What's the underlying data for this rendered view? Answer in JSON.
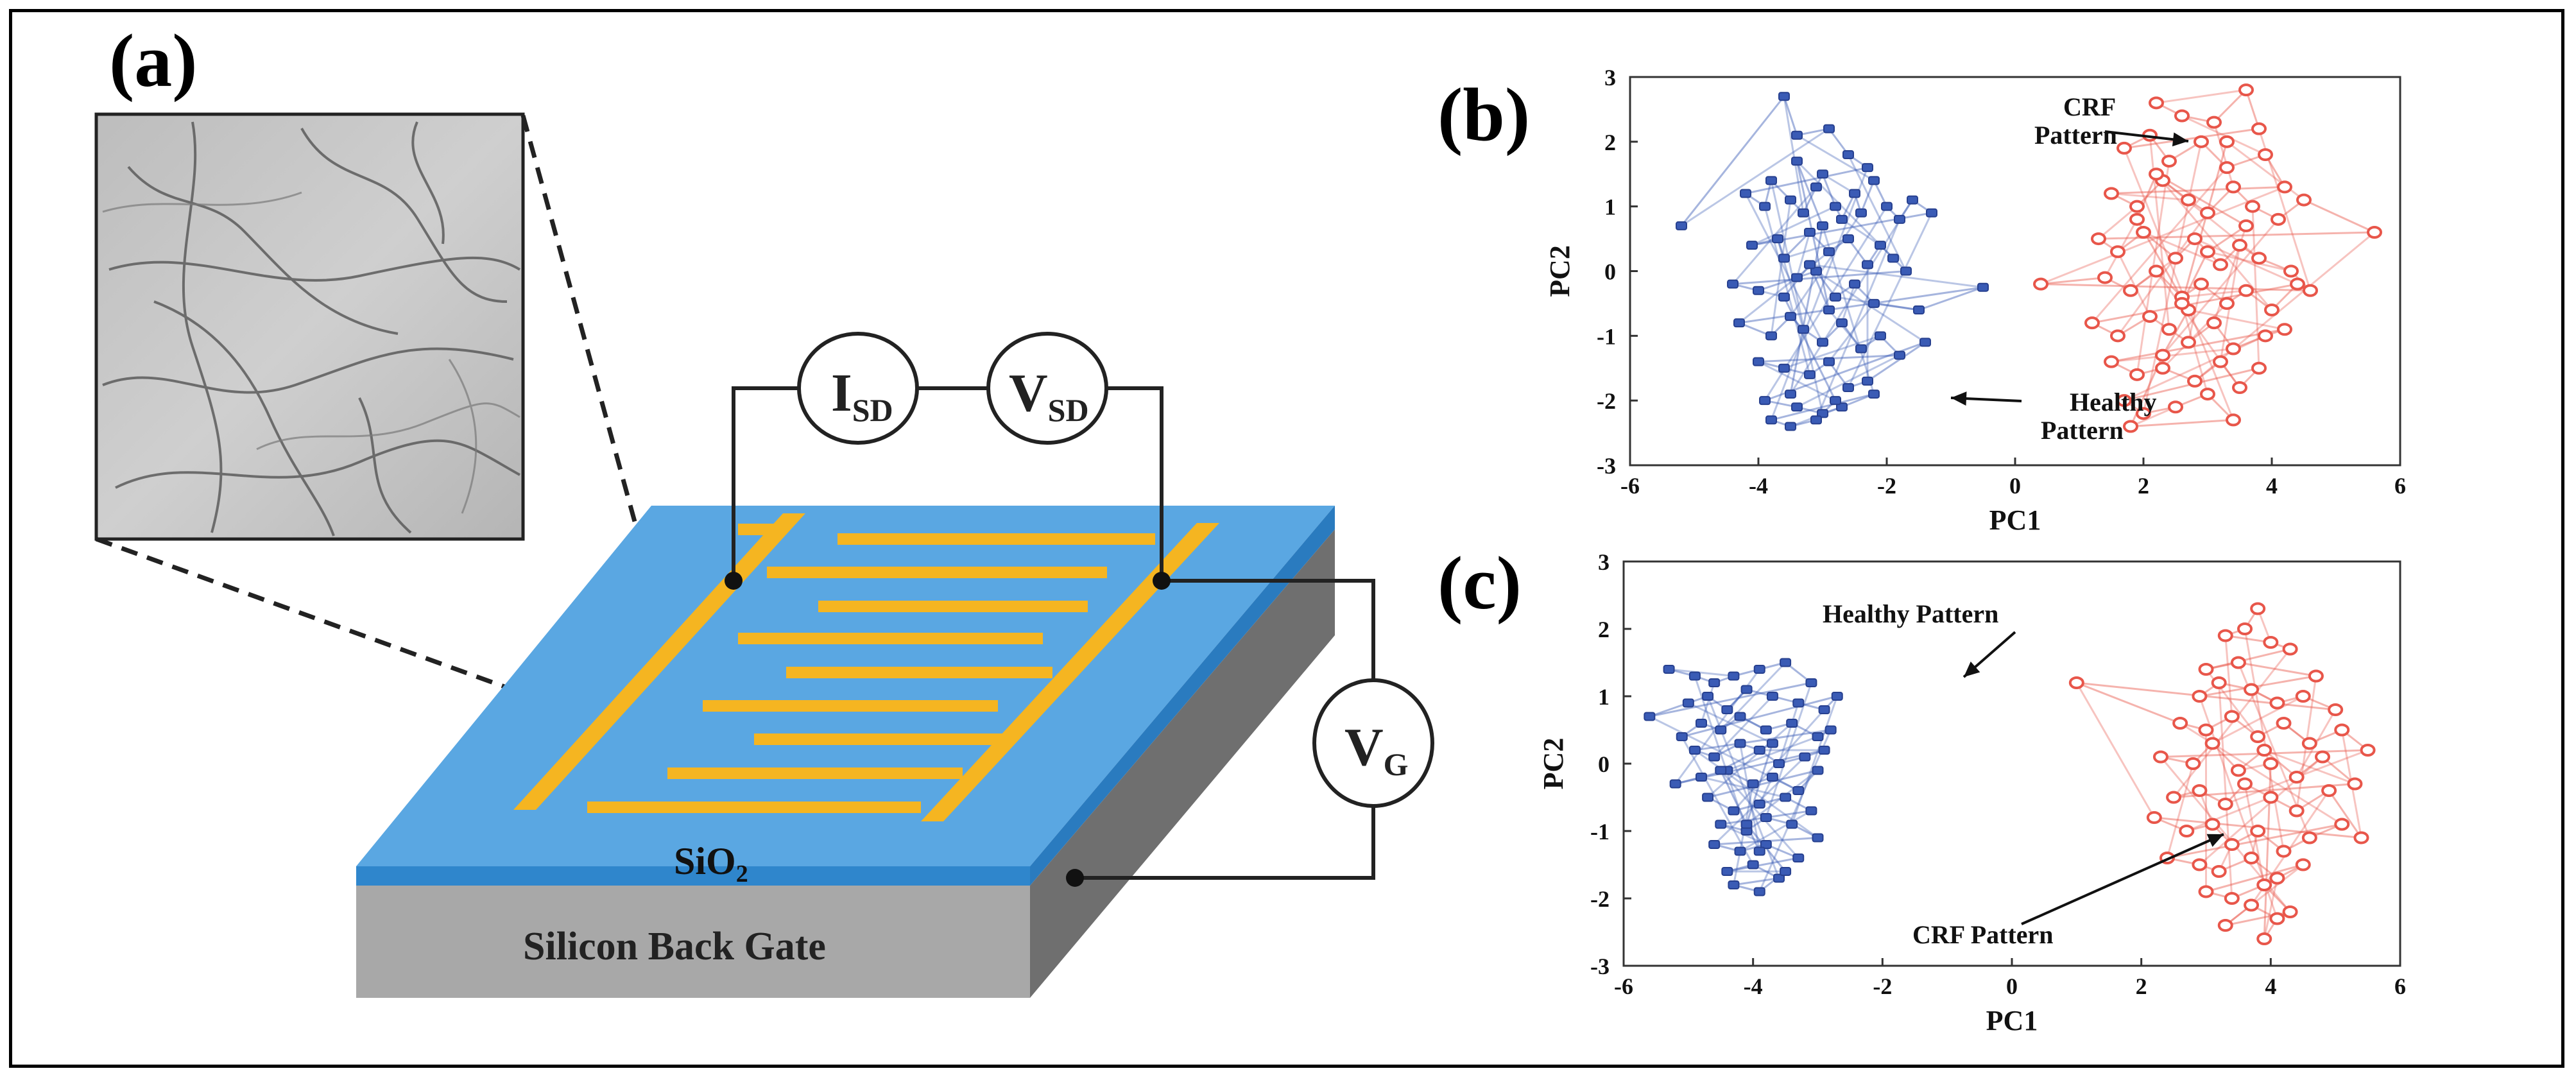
{
  "panels": {
    "a": {
      "label": "(a)",
      "isd_label": "I",
      "isd_sub": "SD",
      "vsd_label": "V",
      "vsd_sub": "SD",
      "vg_label": "V",
      "vg_sub": "G",
      "sio2_label": "SiO",
      "sio2_sub": "2",
      "gate_label": "Silicon Back Gate"
    },
    "b": {
      "label": "(b)"
    },
    "c": {
      "label": "(c)"
    }
  },
  "colors": {
    "healthy": "#3a5bb5",
    "crf": "#e8564a",
    "electrode": "#f5b521",
    "sio2": "#4a9fe0",
    "gate": "#a9a9a9"
  },
  "chart_data": [
    {
      "type": "scatter",
      "panel": "b",
      "xlabel": "PC1",
      "ylabel": "PC2",
      "xlim": [
        -6,
        6
      ],
      "ylim": [
        -3,
        3
      ],
      "xticks": [
        -6,
        -4,
        -2,
        0,
        2,
        4,
        6
      ],
      "yticks": [
        -3,
        -2,
        -1,
        0,
        1,
        2,
        3
      ],
      "connected": true,
      "annotations": [
        {
          "lines": [
            "CRF",
            "Pattern"
          ],
          "target_series": "crf"
        },
        {
          "lines": [
            "Healthy",
            "Pattern"
          ],
          "target_series": "healthy"
        }
      ],
      "series": [
        {
          "id": "healthy",
          "x": [
            -5.2,
            -3.6,
            -3.4,
            -2.9,
            -2.6,
            -2.3,
            -4.2,
            -3.9,
            -3.8,
            -3.5,
            -3.3,
            -3.1,
            -3.0,
            -2.8,
            -2.7,
            -2.5,
            -2.4,
            -2.2,
            -2.0,
            -1.8,
            -1.6,
            -1.3,
            -4.1,
            -3.7,
            -3.6,
            -3.2,
            -2.9,
            -2.6,
            -2.3,
            -2.1,
            -1.9,
            -1.7,
            -4.4,
            -4.0,
            -3.4,
            -3.1,
            -2.8,
            -2.5,
            -2.2,
            -1.5,
            -0.5,
            -4.3,
            -3.8,
            -3.5,
            -3.3,
            -3.0,
            -2.7,
            -2.4,
            -2.1,
            -1.8,
            -4.0,
            -3.6,
            -3.2,
            -2.9,
            -2.6,
            -2.3,
            -1.4,
            -3.9,
            -3.4,
            -3.0,
            -2.7,
            -2.2,
            -3.8,
            -3.5,
            -3.1,
            -2.8,
            -3.6,
            -3.2,
            -2.9,
            -3.4,
            -3.0,
            -3.5
          ],
          "y": [
            0.7,
            2.7,
            2.1,
            2.2,
            1.8,
            1.6,
            1.2,
            1.0,
            1.4,
            1.1,
            0.9,
            1.3,
            1.5,
            1.0,
            0.8,
            1.2,
            0.9,
            1.4,
            1.0,
            0.8,
            1.1,
            0.9,
            0.4,
            0.5,
            0.2,
            0.6,
            0.3,
            0.5,
            0.1,
            0.4,
            0.2,
            0.0,
            -0.2,
            -0.3,
            -0.1,
            0.0,
            -0.4,
            -0.2,
            -0.5,
            -0.6,
            -0.25,
            -0.8,
            -1.0,
            -0.7,
            -0.9,
            -1.1,
            -0.8,
            -1.2,
            -1.0,
            -1.3,
            -1.4,
            -1.5,
            -1.6,
            -1.4,
            -1.8,
            -1.7,
            -1.1,
            -2.0,
            -2.1,
            -2.2,
            -2.1,
            -1.9,
            -2.3,
            -2.4,
            -2.3,
            -2.0,
            -0.4,
            0.1,
            -0.6,
            1.7,
            0.7,
            -1.9
          ]
        },
        {
          "id": "crf",
          "x": [
            2.2,
            2.6,
            3.1,
            3.6,
            3.8,
            1.7,
            2.1,
            2.4,
            2.9,
            3.3,
            3.9,
            4.2,
            1.5,
            1.9,
            2.3,
            2.7,
            3.0,
            3.4,
            3.7,
            4.1,
            4.5,
            5.6,
            1.3,
            1.6,
            2.0,
            2.5,
            2.8,
            3.2,
            3.5,
            3.8,
            4.3,
            4.6,
            0.4,
            1.4,
            1.8,
            2.2,
            2.6,
            2.9,
            3.3,
            3.6,
            4.0,
            4.4,
            1.2,
            1.6,
            2.1,
            2.4,
            2.7,
            3.1,
            3.4,
            3.9,
            4.2,
            1.5,
            1.9,
            2.3,
            2.8,
            3.2,
            3.5,
            3.8,
            1.7,
            2.0,
            2.5,
            3.0,
            3.4,
            1.8,
            2.3,
            2.7,
            1.9,
            2.2,
            3.6,
            3.0,
            2.6,
            3.3
          ],
          "y": [
            2.6,
            2.4,
            2.3,
            2.8,
            2.2,
            1.9,
            2.1,
            1.7,
            2.0,
            1.6,
            1.8,
            1.3,
            1.2,
            1.0,
            1.4,
            1.1,
            0.9,
            1.3,
            1.0,
            0.8,
            1.1,
            0.6,
            0.5,
            0.3,
            0.6,
            0.2,
            0.5,
            0.1,
            0.4,
            0.2,
            0.0,
            -0.3,
            -0.2,
            -0.1,
            -0.3,
            0.0,
            -0.4,
            -0.2,
            -0.5,
            -0.3,
            -0.6,
            -0.2,
            -0.8,
            -1.0,
            -0.7,
            -0.9,
            -1.1,
            -0.8,
            -1.2,
            -1.0,
            -0.9,
            -1.4,
            -1.6,
            -1.5,
            -1.7,
            -1.4,
            -1.8,
            -1.5,
            -2.0,
            -2.2,
            -2.1,
            -1.9,
            -2.3,
            -2.4,
            -1.3,
            -0.6,
            0.8,
            1.5,
            0.7,
            0.3,
            -0.5,
            2.0
          ]
        }
      ]
    },
    {
      "type": "scatter",
      "panel": "c",
      "xlabel": "PC1",
      "ylabel": "PC2",
      "xlim": [
        -6,
        6
      ],
      "ylim": [
        -3,
        3
      ],
      "xticks": [
        -6,
        -4,
        -2,
        0,
        2,
        4,
        6
      ],
      "yticks": [
        -3,
        -2,
        -1,
        0,
        1,
        2,
        3
      ],
      "connected": true,
      "annotations": [
        {
          "lines": [
            "Healthy Pattern"
          ],
          "target_series": "healthy"
        },
        {
          "lines": [
            "CRF Pattern"
          ],
          "target_series": "crf"
        }
      ],
      "series": [
        {
          "id": "healthy",
          "x": [
            -5.3,
            -4.9,
            -4.6,
            -4.3,
            -3.9,
            -3.5,
            -3.1,
            -5.6,
            -5.0,
            -4.7,
            -4.4,
            -4.1,
            -3.7,
            -3.3,
            -2.9,
            -2.7,
            -5.1,
            -4.8,
            -4.5,
            -4.2,
            -3.8,
            -3.4,
            -3.0,
            -2.8,
            -4.9,
            -4.6,
            -4.2,
            -3.9,
            -3.6,
            -3.2,
            -2.9,
            -5.2,
            -4.8,
            -4.4,
            -4.0,
            -3.7,
            -3.3,
            -3.0,
            -4.7,
            -4.3,
            -3.9,
            -3.5,
            -3.1,
            -4.5,
            -4.1,
            -3.8,
            -3.4,
            -3.0,
            -4.6,
            -4.2,
            -3.8,
            -3.3,
            -4.4,
            -4.0,
            -3.6,
            -4.3,
            -3.9,
            -3.5,
            -4.1,
            -3.7,
            -4.5,
            -3.9
          ],
          "y": [
            1.4,
            1.3,
            1.2,
            1.3,
            1.4,
            1.5,
            1.2,
            0.7,
            0.9,
            1.0,
            0.8,
            1.1,
            1.0,
            0.9,
            0.8,
            1.0,
            0.4,
            0.6,
            0.5,
            0.7,
            0.5,
            0.6,
            0.4,
            0.5,
            0.2,
            0.1,
            0.3,
            0.2,
            0.0,
            0.1,
            0.2,
            -0.3,
            -0.2,
            -0.1,
            -0.3,
            -0.2,
            -0.4,
            -0.1,
            -0.5,
            -0.7,
            -0.6,
            -0.5,
            -0.7,
            -0.9,
            -1.0,
            -0.8,
            -0.9,
            -1.1,
            -1.2,
            -1.3,
            -1.2,
            -1.4,
            -1.6,
            -1.5,
            -1.7,
            -1.8,
            -1.9,
            -1.6,
            -0.9,
            0.3,
            -0.1,
            -1.3
          ]
        },
        {
          "id": "crf",
          "x": [
            3.8,
            3.6,
            3.3,
            4.0,
            4.3,
            3.0,
            3.5,
            4.7,
            2.9,
            3.2,
            3.7,
            4.1,
            4.5,
            5.0,
            1.0,
            2.6,
            3.0,
            3.4,
            3.8,
            4.2,
            4.6,
            5.1,
            5.5,
            2.3,
            2.8,
            3.1,
            3.5,
            3.9,
            4.4,
            4.8,
            5.3,
            2.5,
            2.9,
            3.3,
            3.6,
            4.0,
            4.4,
            4.9,
            5.4,
            2.2,
            2.7,
            3.1,
            3.4,
            3.8,
            4.2,
            4.6,
            5.1,
            2.4,
            2.9,
            3.2,
            3.7,
            4.1,
            4.5,
            3.0,
            3.4,
            3.9,
            4.3,
            3.3,
            3.7,
            4.1,
            3.9,
            4.0
          ],
          "y": [
            2.3,
            2.0,
            1.9,
            1.8,
            1.7,
            1.4,
            1.5,
            1.3,
            1.0,
            1.2,
            1.1,
            0.9,
            1.0,
            0.8,
            1.2,
            0.6,
            0.5,
            0.7,
            0.4,
            0.6,
            0.3,
            0.5,
            0.2,
            0.1,
            0.0,
            0.3,
            -0.1,
            0.2,
            -0.2,
            0.1,
            -0.3,
            -0.5,
            -0.4,
            -0.6,
            -0.3,
            -0.5,
            -0.7,
            -0.4,
            -1.1,
            -0.8,
            -1.0,
            -0.9,
            -1.2,
            -1.0,
            -1.3,
            -1.1,
            -0.9,
            -1.4,
            -1.5,
            -1.6,
            -1.4,
            -1.7,
            -1.5,
            -1.9,
            -2.0,
            -1.8,
            -2.2,
            -2.4,
            -2.1,
            -2.3,
            -2.6,
            0.0
          ]
        }
      ]
    }
  ]
}
